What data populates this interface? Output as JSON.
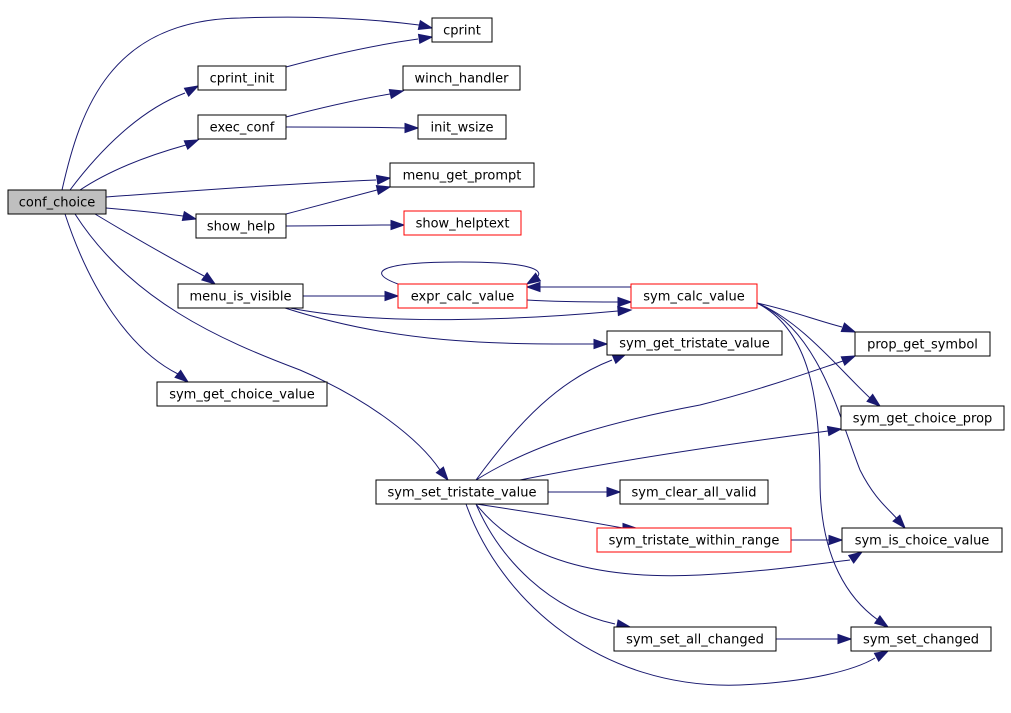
{
  "colors": {
    "edge": "#191970",
    "node_border": "#000000",
    "node_border_truncated": "#ff0000",
    "root_fill": "#bfbfbf",
    "node_fill": "#ffffff"
  },
  "nodes": {
    "conf_choice": {
      "label": "conf_choice",
      "root": true
    },
    "cprint": {
      "label": "cprint"
    },
    "cprint_init": {
      "label": "cprint_init"
    },
    "exec_conf": {
      "label": "exec_conf"
    },
    "winch_handler": {
      "label": "winch_handler"
    },
    "init_wsize": {
      "label": "init_wsize"
    },
    "menu_get_prompt": {
      "label": "menu_get_prompt"
    },
    "show_help": {
      "label": "show_help"
    },
    "show_helptext": {
      "label": "show_helptext",
      "truncated": true
    },
    "menu_is_visible": {
      "label": "menu_is_visible"
    },
    "expr_calc_value": {
      "label": "expr_calc_value",
      "truncated": true
    },
    "sym_calc_value": {
      "label": "sym_calc_value",
      "truncated": true
    },
    "prop_get_symbol": {
      "label": "prop_get_symbol"
    },
    "sym_get_tristate_value": {
      "label": "sym_get_tristate_value"
    },
    "sym_get_choice_value": {
      "label": "sym_get_choice_value"
    },
    "sym_get_choice_prop": {
      "label": "sym_get_choice_prop"
    },
    "sym_set_tristate_value": {
      "label": "sym_set_tristate_value"
    },
    "sym_clear_all_valid": {
      "label": "sym_clear_all_valid"
    },
    "sym_tristate_within_range": {
      "label": "sym_tristate_within_range",
      "truncated": true
    },
    "sym_is_choice_value": {
      "label": "sym_is_choice_value"
    },
    "sym_set_all_changed": {
      "label": "sym_set_all_changed"
    },
    "sym_set_changed": {
      "label": "sym_set_changed"
    }
  },
  "edges": [
    [
      "conf_choice",
      "cprint"
    ],
    [
      "conf_choice",
      "cprint_init"
    ],
    [
      "conf_choice",
      "exec_conf"
    ],
    [
      "conf_choice",
      "menu_get_prompt"
    ],
    [
      "conf_choice",
      "show_help"
    ],
    [
      "conf_choice",
      "menu_is_visible"
    ],
    [
      "conf_choice",
      "sym_get_choice_value"
    ],
    [
      "conf_choice",
      "sym_set_tristate_value"
    ],
    [
      "cprint_init",
      "cprint"
    ],
    [
      "exec_conf",
      "winch_handler"
    ],
    [
      "exec_conf",
      "init_wsize"
    ],
    [
      "show_help",
      "menu_get_prompt"
    ],
    [
      "show_help",
      "show_helptext"
    ],
    [
      "menu_is_visible",
      "expr_calc_value"
    ],
    [
      "menu_is_visible",
      "sym_calc_value"
    ],
    [
      "menu_is_visible",
      "sym_get_tristate_value"
    ],
    [
      "expr_calc_value",
      "expr_calc_value"
    ],
    [
      "expr_calc_value",
      "sym_calc_value"
    ],
    [
      "sym_calc_value",
      "expr_calc_value"
    ],
    [
      "sym_calc_value",
      "prop_get_symbol"
    ],
    [
      "sym_calc_value",
      "sym_get_choice_prop"
    ],
    [
      "sym_calc_value",
      "sym_is_choice_value"
    ],
    [
      "sym_calc_value",
      "sym_set_changed"
    ],
    [
      "sym_set_tristate_value",
      "sym_get_tristate_value"
    ],
    [
      "sym_set_tristate_value",
      "prop_get_symbol"
    ],
    [
      "sym_set_tristate_value",
      "sym_get_choice_prop"
    ],
    [
      "sym_set_tristate_value",
      "sym_clear_all_valid"
    ],
    [
      "sym_set_tristate_value",
      "sym_tristate_within_range"
    ],
    [
      "sym_set_tristate_value",
      "sym_is_choice_value"
    ],
    [
      "sym_set_tristate_value",
      "sym_set_all_changed"
    ],
    [
      "sym_set_tristate_value",
      "sym_set_changed"
    ],
    [
      "sym_tristate_within_range",
      "sym_is_choice_value"
    ],
    [
      "sym_set_all_changed",
      "sym_set_changed"
    ]
  ]
}
